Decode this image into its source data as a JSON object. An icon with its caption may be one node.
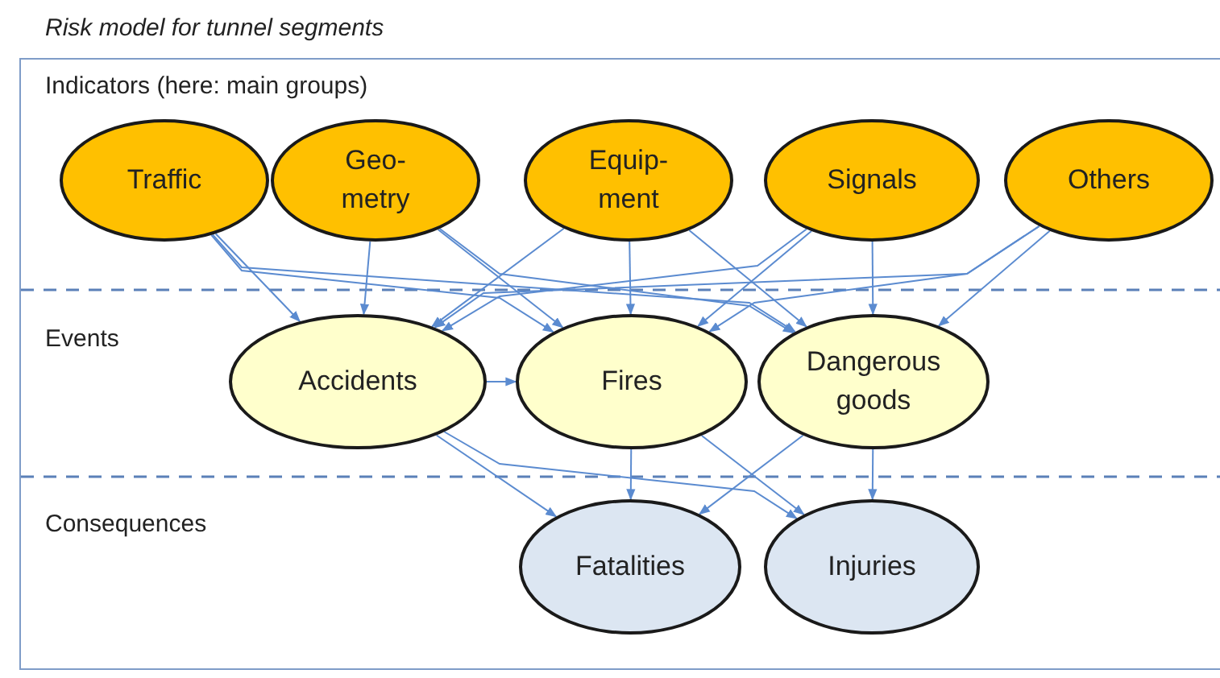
{
  "diagram": {
    "title": "Risk model for tunnel segments",
    "nodes": [
      {
        "text": [
          "Traffic"
        ]
      },
      {
        "text": [
          "Geo- metry"
        ]
      },
      {
        "text": [
          "Equip- ment"
        ]
      },
      {
        "text": [
          "Signals"
        ]
      },
      {
        "text": [
          "Others"
        ]
      },
      {
        "text": [
          "Accidents"
        ]
      },
      {
        "text": [
          "Fires"
        ]
      },
      {
        "text": [
          "Dangerous goods"
        ]
      },
      {
        "text": [
          "Fatalities"
        ]
      },
      {
        "text": [
          "Injuries"
        ]
      }
    ],
    "edges": [
      {
        "from": 0,
        "to": 5,
        "arrow": "to"
      },
      {
        "from": 0,
        "to": 6,
        "arrow": "to"
      },
      {
        "from": 0,
        "to": 7,
        "arrow": "to"
      },
      {
        "from": 1,
        "to": 5,
        "arrow": "to"
      },
      {
        "from": 1,
        "to": 6,
        "arrow": "to"
      },
      {
        "from": 1,
        "to": 7,
        "arrow": "to"
      },
      {
        "from": 2,
        "to": 5,
        "arrow": "to"
      },
      {
        "from": 2,
        "to": 6,
        "arrow": "to"
      },
      {
        "from": 2,
        "to": 7,
        "arrow": "to"
      },
      {
        "from": 3,
        "to": 5,
        "arrow": "to"
      },
      {
        "from": 3,
        "to": 6,
        "arrow": "to"
      },
      {
        "from": 3,
        "to": 7,
        "arrow": "to"
      },
      {
        "from": 4,
        "to": 5,
        "arrow": "to"
      },
      {
        "from": 4,
        "to": 6,
        "arrow": "to"
      },
      {
        "from": 4,
        "to": 7,
        "arrow": "to"
      },
      {
        "from": 5,
        "to": 6,
        "arrow": "to"
      },
      {
        "from": 5,
        "to": 8,
        "arrow": "to"
      },
      {
        "from": 5,
        "to": 9,
        "arrow": "to"
      },
      {
        "from": 6,
        "to": 8,
        "arrow": "to"
      },
      {
        "from": 6,
        "to": 9,
        "arrow": "to"
      },
      {
        "from": 7,
        "to": 8,
        "arrow": "to"
      },
      {
        "from": 7,
        "to": 9,
        "arrow": "to"
      }
    ],
    "labels": [
      "Indicators (here: main groups)",
      "Events",
      "Consequences"
    ]
  }
}
